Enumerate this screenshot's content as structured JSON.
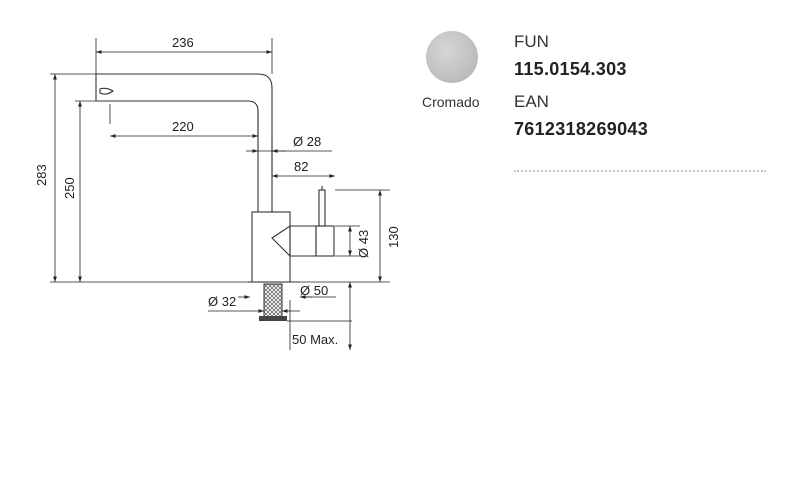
{
  "product": {
    "name": "FUN",
    "code": "115.0154.303",
    "ean_label": "EAN",
    "ean": "7612318269043",
    "finish": "Cromado",
    "finish_color": "#c4c4c4"
  },
  "dimensions": {
    "spout_reach": "236",
    "outlet_reach": "220",
    "total_height": "283",
    "outlet_height": "250",
    "column_diameter": "Ø 28",
    "lever_offset": "82",
    "lever_height": "130",
    "body_diameter": "Ø 43",
    "hole_diameter": "Ø 32",
    "base_diameter": "Ø 50",
    "max_thickness": "50 Max."
  }
}
